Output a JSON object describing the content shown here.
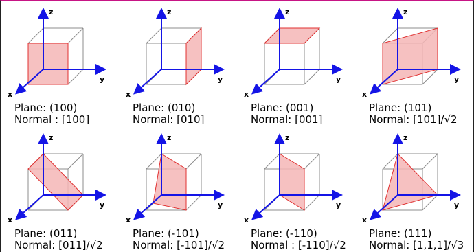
{
  "panels": [
    {
      "plane": "Plane: (100)",
      "normal": "Normal : [100]",
      "shape": "p100"
    },
    {
      "plane": "Plane: (010)",
      "normal": "Normal: [010]",
      "shape": "p010"
    },
    {
      "plane": "Plane: (001)",
      "normal": "Normal: [001]",
      "shape": "p001"
    },
    {
      "plane": "Plane: (101)",
      "normal": "Normal: [101]/√2",
      "shape": "p101"
    },
    {
      "plane": "Plane: (011)",
      "normal": "Normal: [011]/√2",
      "shape": "p011"
    },
    {
      "plane": "Plane: (-101)",
      "normal": "Normal: [-101]/√2",
      "shape": "pm101"
    },
    {
      "plane": "Plane: (-110)",
      "normal": "Normal : [-110]/√2",
      "shape": "pm110"
    },
    {
      "plane": "Plane: (111)",
      "normal": "Normal: [1,1,1]/√3",
      "shape": "p111"
    }
  ],
  "axes": {
    "x": "x",
    "y": "y",
    "z": "z"
  },
  "colors": {
    "axis": "#1414e6",
    "cube": "#8c8c8c",
    "plane_fill": "#f4b6b6",
    "plane_edge": "#e03030",
    "border_top": "#c71585"
  }
}
